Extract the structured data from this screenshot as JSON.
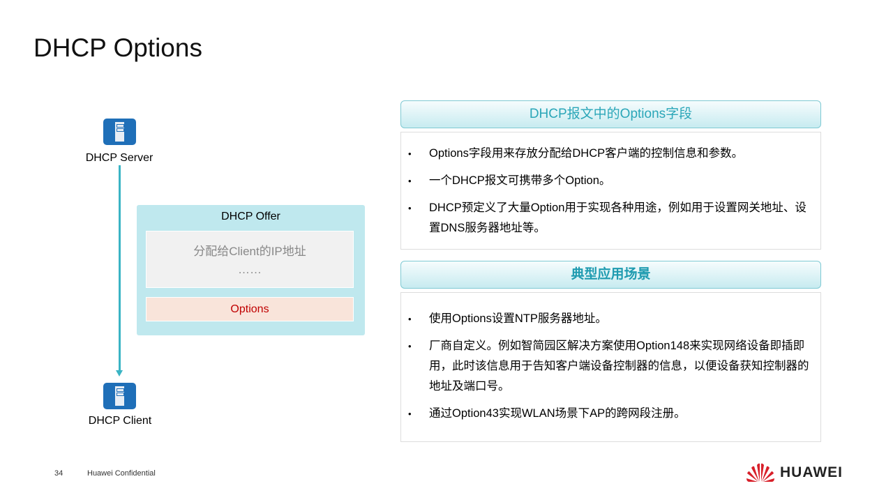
{
  "title": "DHCP Options",
  "diagram": {
    "server_label": "DHCP Server",
    "client_label": "DHCP Client",
    "offer_title": "DHCP Offer",
    "offer_content": "分配给Client的IP地址",
    "offer_ellipsis": "……",
    "options_label": "Options",
    "accent": "#3ab4c4"
  },
  "panels": [
    {
      "header": "DHCP报文中的Options字段",
      "items": [
        "Options字段用来存放分配给DHCP客户端的控制信息和参数。",
        "一个DHCP报文可携带多个Option。",
        "DHCP预定义了大量Option用于实现各种用途，例如用于设置网关地址、设置DNS服务器地址等。"
      ]
    },
    {
      "header": "典型应用场景",
      "items": [
        "使用Options设置NTP服务器地址。",
        "厂商自定义。例如智简园区解决方案使用Option148来实现网络设备即插即用，此时该信息用于告知客户端设备控制器的信息，以便设备获知控制器的地址及端口号。",
        "通过Option43实现WLAN场景下AP的跨网段注册。"
      ]
    }
  ],
  "footer": {
    "page": "34",
    "confidential": "Huawei Confidential",
    "brand": "HUAWEI"
  }
}
